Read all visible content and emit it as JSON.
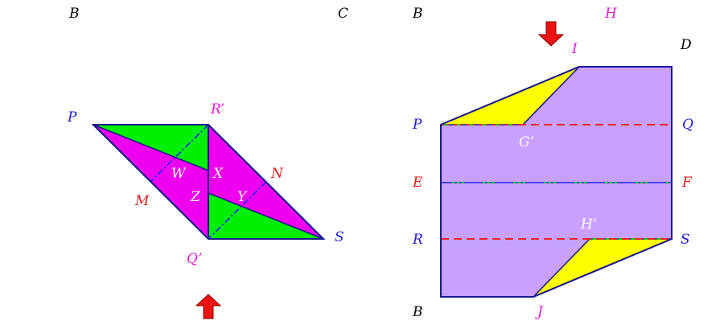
{
  "colors": {
    "outline": "#1a1a8c",
    "green": "#00ee00",
    "magenta": "#ee00ee",
    "yellow": "#ffff00",
    "violet": "#c8a0ff",
    "dashed_red": "#ee2222",
    "dashdot_blue": "#2222ee",
    "midline_green": "#00cc00",
    "arrow_red": "#ee1111"
  },
  "left_figure": {
    "labels": {
      "B": "B",
      "C": "C",
      "P": "P",
      "R_prime": "R’",
      "N": "N",
      "M": "M",
      "S": "S",
      "Q_prime": "Q’",
      "W": "W",
      "X": "X",
      "Y": "Y",
      "Z": "Z"
    }
  },
  "right_figure": {
    "labels": {
      "B_top": "B",
      "H": "H",
      "I": "I",
      "D": "D",
      "P": "P",
      "Q": "Q",
      "G_prime": "G’",
      "E": "E",
      "F": "F",
      "R": "R",
      "S": "S",
      "H_prime": "H’",
      "B_bottom": "B",
      "J": "J"
    }
  },
  "icons": {
    "left_arrow": "up-arrow-icon",
    "right_arrow": "down-arrow-icon"
  }
}
